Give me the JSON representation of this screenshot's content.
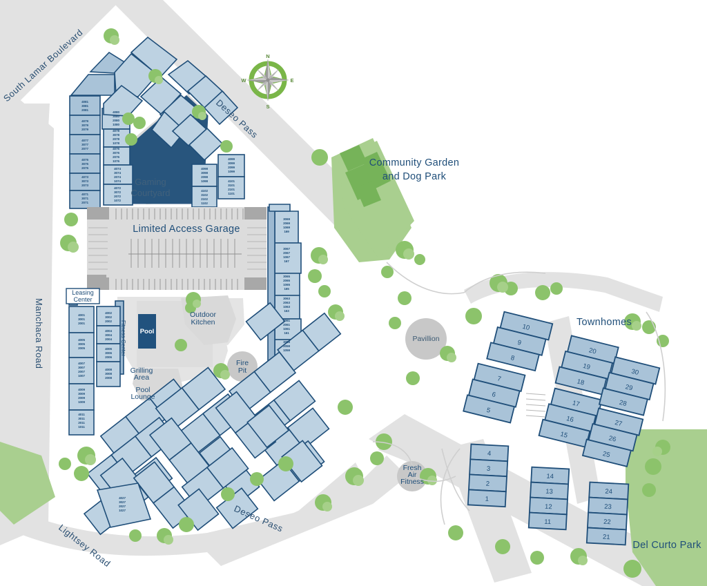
{
  "map": {
    "title": "Community Site Map",
    "colors": {
      "building_fill": "#a9c3d8",
      "building_fill_light": "#bdd2e2",
      "building_stroke": "#1f4e79",
      "road": "#e0e0e0",
      "road_line": "#c9c9c9",
      "green_area": "#a9cf8f",
      "green_dark": "#76b359",
      "tree": "#8cc36b",
      "tree_light": "#a6d089",
      "pool_blue": "#21527e",
      "plaza_grey": "#d8d8d8",
      "garage_grey": "#dcdcdc",
      "garage_dark": "#a8a8a8",
      "text_navy": "#1f4e79",
      "compass_green": "#7ab648",
      "compass_silver": "#b5b5b5"
    },
    "roads": [
      {
        "name": "South Lamar Boulevard",
        "id": "road-south-lamar"
      },
      {
        "name": "Deseo Pass",
        "id": "road-deseo-pass-north"
      },
      {
        "name": "Manchaca Road",
        "id": "road-manchaca"
      },
      {
        "name": "Lightsey Road",
        "id": "road-lightsey"
      },
      {
        "name": "Deseo Pass",
        "id": "road-deseo-pass-south"
      }
    ],
    "compass": {
      "north": "N",
      "east": "E",
      "south": "S",
      "west": "W"
    },
    "areas": [
      {
        "id": "gaming-courtyard",
        "label_line1": "Gaming",
        "label_line2": "Courtyard"
      },
      {
        "id": "limited-access-garage",
        "label": "Limited Access Garage"
      },
      {
        "id": "community-garden",
        "label_line1": "Community Garden",
        "label_line2": "and Dog Park"
      },
      {
        "id": "townhomes",
        "label": "Townhomes"
      },
      {
        "id": "del-curto-park",
        "label": "Del Curto Park"
      },
      {
        "id": "pavillion",
        "label": "Pavillion"
      },
      {
        "id": "fresh-air-fitness",
        "label_line1": "Fresh",
        "label_line2": "Air",
        "label_line3": "Fitness"
      }
    ],
    "amenities": [
      {
        "id": "leasing-center",
        "label_line1": "Leasing",
        "label_line2": "Center"
      },
      {
        "id": "fitness-center",
        "label": "Fitness Center"
      },
      {
        "id": "pool",
        "label": "Pool"
      },
      {
        "id": "outdoor-kitchen",
        "label_line1": "Outdoor",
        "label_line2": "Kitchen"
      },
      {
        "id": "grilling-area",
        "label_line1": "Grilling",
        "label_line2": "Area"
      },
      {
        "id": "pool-lounge",
        "label_line1": "Pool",
        "label_line2": "Lounge"
      },
      {
        "id": "fire-pit",
        "label_line1": "Fire",
        "label_line2": "Pit"
      }
    ],
    "unit_stacks": {
      "north_outer_west": [
        [
          "4081",
          "3081",
          "2081"
        ],
        [
          "4079",
          "3079",
          "2079"
        ],
        [
          "4077",
          "3077",
          "2077"
        ],
        [
          "4075",
          "3075",
          "2075"
        ],
        [
          "4073",
          "3073",
          "2073"
        ],
        [
          "4071",
          "3071",
          "2071"
        ]
      ],
      "north_inner_west": [
        [
          "4080",
          "3080",
          "2080",
          "1080"
        ],
        [
          "4078",
          "3078",
          "2078",
          "1078"
        ],
        [
          "4076",
          "3076",
          "2076",
          "1076"
        ],
        [
          "4074",
          "3074",
          "2074",
          "1074"
        ],
        [
          "4072",
          "3072",
          "2072",
          "1072"
        ]
      ],
      "north_east_col": [
        [
          "4099",
          "3099",
          "2099",
          "1099"
        ],
        [
          "4101",
          "3101",
          "2101",
          "1101"
        ]
      ],
      "north_courtyard_east": [
        [
          "4098",
          "3098",
          "2098",
          "1098"
        ],
        [
          "4102",
          "3102",
          "2102",
          "1102"
        ]
      ],
      "east_wing": [
        [
          "3069",
          "2069",
          "1069",
          "169"
        ],
        [
          "3067",
          "2067",
          "1067",
          "167"
        ],
        [
          "3065",
          "2065",
          "1065",
          "165"
        ],
        [
          "3063",
          "2063",
          "1063",
          "163"
        ],
        [
          "3061",
          "2061",
          "1061",
          "161"
        ],
        [
          "3059",
          "2059",
          "1059"
        ]
      ],
      "west_leasing_col": [
        [
          "4001",
          "3001",
          "2001"
        ],
        [
          "4005",
          "3005",
          "2005"
        ],
        [
          "4007",
          "3007",
          "2007",
          "1007"
        ],
        [
          "4009",
          "3009",
          "2009",
          "1009"
        ],
        [
          "4011",
          "3011",
          "2011",
          "1011"
        ]
      ],
      "west_inner_col": [
        [
          "4002",
          "3002",
          "2002"
        ],
        [
          "4004",
          "3004",
          "2004"
        ],
        [
          "4006",
          "3006",
          "2006"
        ],
        [
          "4008",
          "3008",
          "2008"
        ]
      ],
      "southwest_corner": [
        [
          "4027",
          "3027",
          "2027",
          "1027"
        ]
      ]
    },
    "townhomes": {
      "cluster_a": [
        "10",
        "9",
        "8"
      ],
      "cluster_b": [
        "7",
        "6",
        "5"
      ],
      "cluster_c": [
        "4",
        "3",
        "2",
        "1"
      ],
      "cluster_d": [
        "14",
        "13",
        "12",
        "11"
      ],
      "cluster_e": [
        "20",
        "19",
        "18"
      ],
      "cluster_f": [
        "17",
        "16",
        "15"
      ],
      "cluster_g": [
        "30",
        "29",
        "28"
      ],
      "cluster_h": [
        "27",
        "26",
        "25"
      ],
      "cluster_i": [
        "24",
        "23",
        "22",
        "21"
      ]
    }
  }
}
